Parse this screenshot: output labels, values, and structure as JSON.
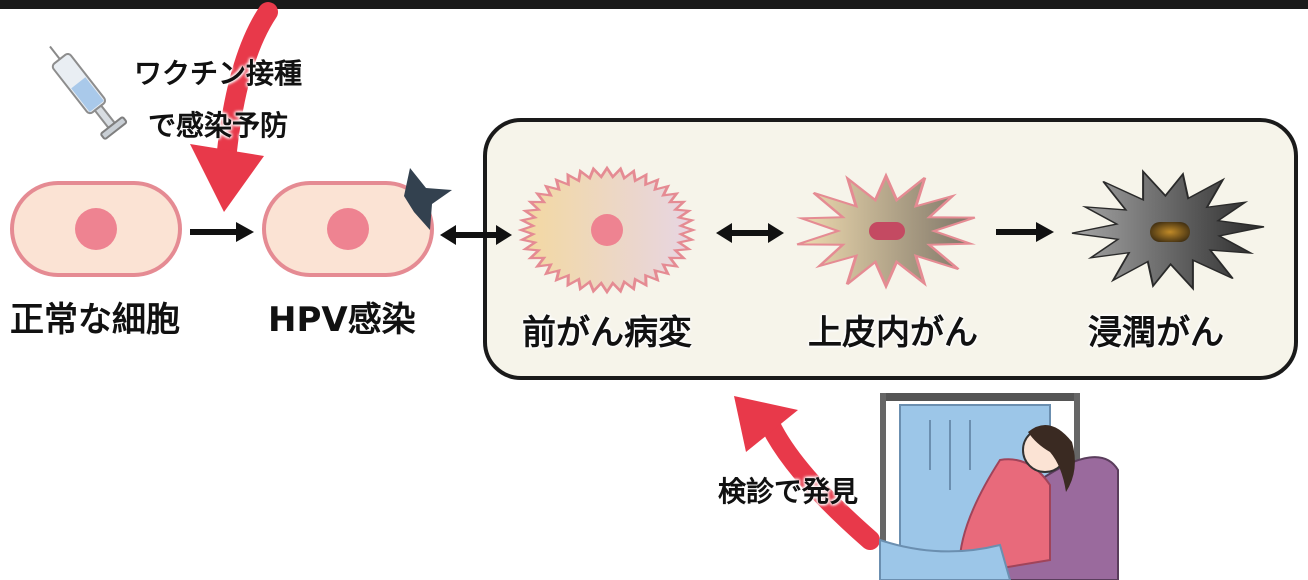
{
  "diagram": {
    "stages": [
      {
        "id": "normal",
        "label": "正常な細胞"
      },
      {
        "id": "hpv",
        "label": "HPV感染"
      },
      {
        "id": "precancer",
        "label": "前がん病変"
      },
      {
        "id": "carcinoma-in-situ",
        "label": "上皮内がん"
      },
      {
        "id": "invasive",
        "label": "浸潤がん"
      }
    ],
    "annotations": {
      "vaccine_line1": "ワクチン接種",
      "vaccine_line2": "で感染予防",
      "screening": "検診で発見"
    }
  },
  "colors": {
    "cell_membrane": "#e58b93",
    "cell_body": "#fbe3d4",
    "nucleus": "#ee8391",
    "red_arrow": "#e8394a",
    "panel_bg": "#f6f4ea",
    "outline": "#1a1a1a"
  }
}
